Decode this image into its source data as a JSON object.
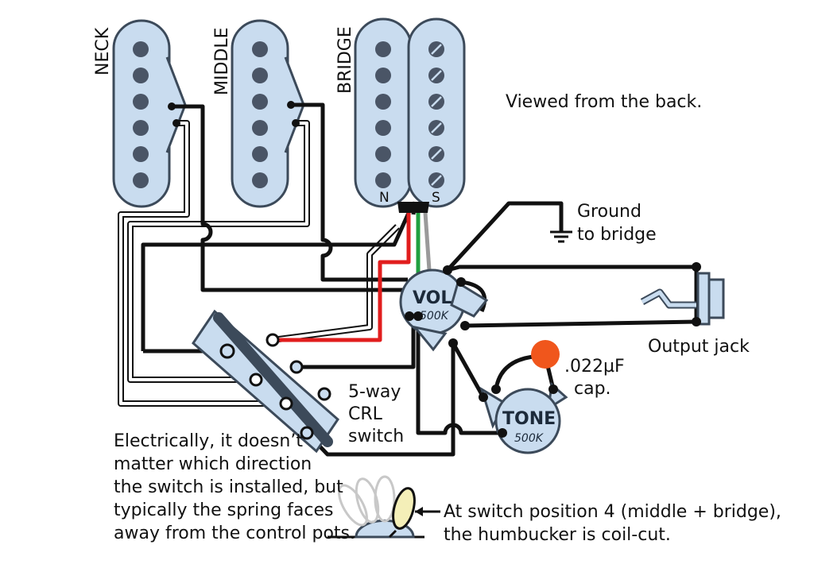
{
  "labels": {
    "neck": "NECK",
    "middle": "MIDDLE",
    "bridge": "BRIDGE",
    "north": "N",
    "south": "S",
    "viewed": "Viewed from the back.",
    "ground_1": "Ground",
    "ground_2": "to bridge",
    "vol": "VOL",
    "vol_value": "500K",
    "tone": "TONE",
    "tone_value": "500K",
    "output_jack": "Output jack",
    "cap_1": ".022µF",
    "cap_2": "cap.",
    "switch_1": "5-way",
    "switch_2": "CRL",
    "switch_3": "switch",
    "note_lines": [
      "Electrically, it doesn’t",
      "matter which direction",
      "the switch is installed, but",
      "typically the spring faces",
      "away from the control pots."
    ],
    "position_lines": [
      "At switch position 4 (middle + bridge),",
      "the humbucker is coil-cut."
    ]
  },
  "colors": {
    "pickup_fill": "#c9dcef",
    "pickup_stroke": "#3c4a5a",
    "pole": "#4a5566",
    "wire_black": "#111111",
    "wire_red": "#e11d1d",
    "wire_green": "#20a040",
    "wire_bare": "#9a9a9a",
    "capacitor": "#f0561c",
    "lever": "#f4efb8"
  }
}
